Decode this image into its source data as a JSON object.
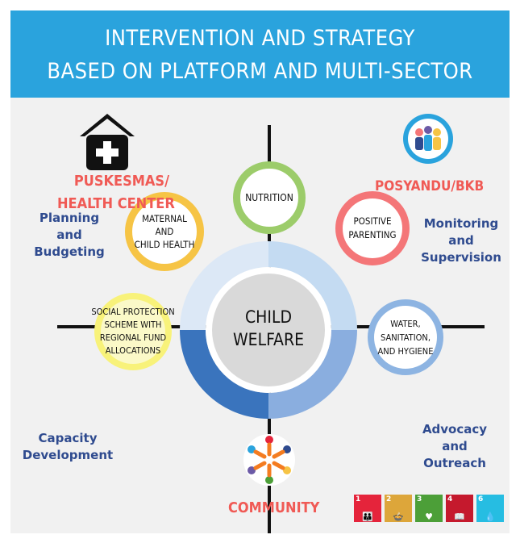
{
  "header": {
    "title_line1": "INTERVENTION AND STRATEGY",
    "title_line2": "BASED ON PLATFORM AND MULTI-SECTOR"
  },
  "center": {
    "line1": "CHILD",
    "line2": "WELFARE"
  },
  "platforms": {
    "puskesmas_line1": "PUSKESMAS/",
    "puskesmas_line2": "HEALTH CENTER",
    "posyandu": "POSYANDU/BKB",
    "community": "COMMUNITY"
  },
  "interventions": {
    "nutrition": "NUTRITION",
    "maternal_line1": "MATERNAL AND",
    "maternal_line2": "CHILD HEALTH",
    "parenting_line1": "POSITIVE",
    "parenting_line2": "PARENTING",
    "social_line1": "SOCIAL PROTECTION",
    "social_line2": "SCHEME WITH",
    "social_line3": "REGIONAL FUND",
    "social_line4": "ALLOCATIONS",
    "wash_line1": "WATER,",
    "wash_line2": "SANITATION,",
    "wash_line3": "AND HYGIENE"
  },
  "strategies": {
    "planning_line1": "Planning",
    "planning_line2": "and",
    "planning_line3": "Budgeting",
    "monitoring_line1": "Monitoring",
    "monitoring_line2": "and",
    "monitoring_line3": "Supervision",
    "capacity_line1": "Capacity",
    "capacity_line2": "Development",
    "advocacy_line1": "Advocacy",
    "advocacy_line2": "and",
    "advocacy_line3": "Outreach"
  },
  "colors": {
    "header_bg": "#2aa3dd",
    "label_blue": "#2f4b8f",
    "label_red": "#f05a55",
    "nutrition_ring": "#9ccc6a",
    "maternal_ring": "#f6c445",
    "parenting_ring": "#f47678",
    "social_ring": "#f8f27a",
    "wash_ring": "#8db4e2"
  },
  "icons": {
    "health_center": "hospital-house-icon",
    "posyandu": "group-people-icon",
    "community": "community-circle-icon"
  },
  "sdg_badges": [
    {
      "num": "1",
      "color": "#e5243b",
      "glyph": "👪"
    },
    {
      "num": "2",
      "color": "#dda63a",
      "glyph": "🍲"
    },
    {
      "num": "3",
      "color": "#4c9f38",
      "glyph": "♥"
    },
    {
      "num": "4",
      "color": "#c5192d",
      "glyph": "📖"
    },
    {
      "num": "6",
      "color": "#26bde2",
      "glyph": "💧"
    }
  ]
}
